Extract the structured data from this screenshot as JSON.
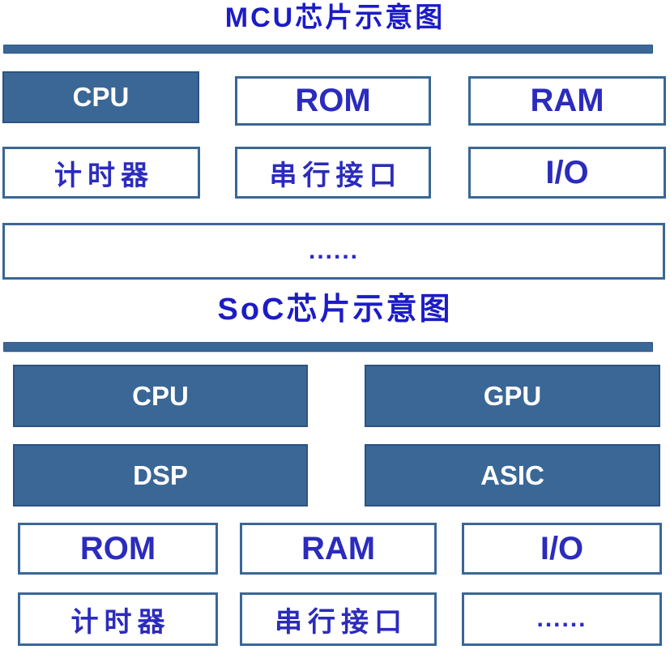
{
  "colors": {
    "accent_fill": "#3a6795",
    "accent_border": "#2e5a8a",
    "title_text": "#1c1cc6",
    "label_text": "#2b2bbd",
    "filled_label_text": "#ffffff",
    "background": "#ffffff"
  },
  "mcu": {
    "title": "MCU芯片示意图",
    "row1": [
      {
        "label": "CPU",
        "variant": "filled"
      },
      {
        "label": "ROM",
        "variant": "outlined"
      },
      {
        "label": "RAM",
        "variant": "outlined"
      }
    ],
    "row2": [
      {
        "label": "计时器",
        "variant": "outlined"
      },
      {
        "label": "串行接口",
        "variant": "outlined"
      },
      {
        "label": "I/O",
        "variant": "outlined"
      }
    ],
    "ellipsis_box": {
      "label": "......",
      "variant": "outlined"
    }
  },
  "soc": {
    "title": "SoC芯片示意图",
    "row1": [
      {
        "label": "CPU",
        "variant": "filled"
      },
      {
        "label": "GPU",
        "variant": "filled"
      }
    ],
    "row2": [
      {
        "label": "DSP",
        "variant": "filled"
      },
      {
        "label": "ASIC",
        "variant": "filled"
      }
    ],
    "row3": [
      {
        "label": "ROM",
        "variant": "outlined"
      },
      {
        "label": "RAM",
        "variant": "outlined"
      },
      {
        "label": "I/O",
        "variant": "outlined"
      }
    ],
    "row4": [
      {
        "label": "计时器",
        "variant": "outlined"
      },
      {
        "label": "串行接口",
        "variant": "outlined"
      },
      {
        "label": "......",
        "variant": "outlined"
      }
    ]
  }
}
